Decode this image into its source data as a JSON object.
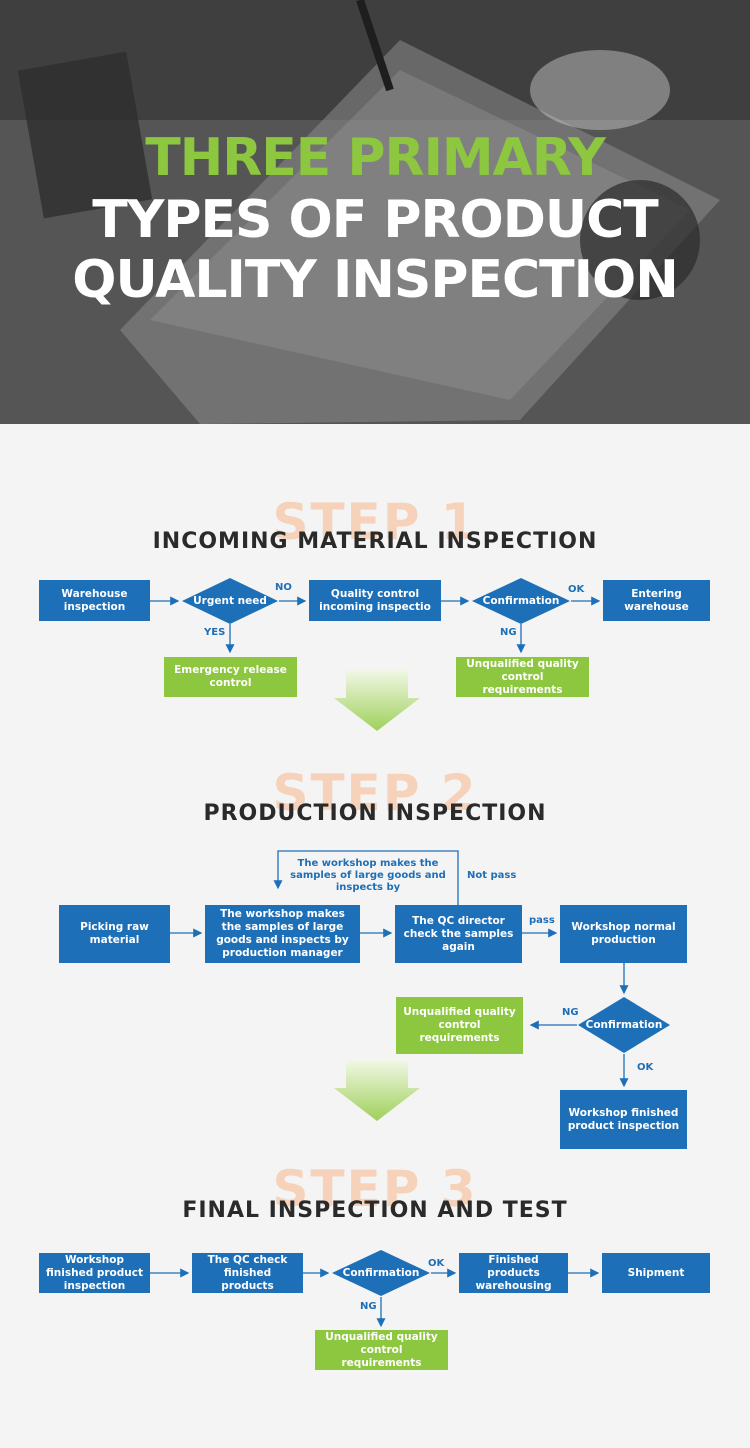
{
  "hero": {
    "line1": "THREE PRIMARY",
    "line2": "TYPES OF PRODUCT",
    "line3": "QUALITY INSPECTION"
  },
  "colors": {
    "blue": "#1d6fb8",
    "green": "#8dc63f",
    "step_watermark": "#f6b88a"
  },
  "step1": {
    "watermark": "STEP 1",
    "title": "INCOMING MATERIAL INSPECTION",
    "warehouse": "Warehouse inspection",
    "urgent": "Urgent need",
    "no": "NO",
    "yes": "YES",
    "qc_incoming": "Quality control incoming inspectio",
    "confirmation": "Confirmation",
    "ok": "OK",
    "ng": "NG",
    "entering": "Entering warehouse",
    "emergency": "Emergency release control",
    "unqualified": "Unqualified quality control requirements"
  },
  "step2": {
    "watermark": "STEP 2",
    "title": "PRODUCTION INSPECTION",
    "loop_note": "The workshop makes the samples of large goods  and inspects by",
    "not_pass": "Not pass",
    "picking": "Picking raw material",
    "workshop_samples": "The workshop makes the samples of large goods and inspects by production manager",
    "qc_director": "The QC director check the samples again",
    "pass": "pass",
    "normal": "Workshop normal production",
    "confirmation": "Confirmation",
    "ng": "NG",
    "ok": "OK",
    "unqualified": "Unqualified quality control requirements",
    "finished": "Workshop finished product inspection"
  },
  "step3": {
    "watermark": "STEP 3",
    "title": "FINAL INSPECTION AND TEST",
    "ws_finished": "Workshop finished product inspection",
    "qc_check": "The QC check finished products",
    "confirmation": "Confirmation",
    "ok": "OK",
    "ng": "NG",
    "warehousing": "Finished products warehousing",
    "shipment": "Shipment",
    "unqualified": "Unqualified quality control requirements"
  }
}
